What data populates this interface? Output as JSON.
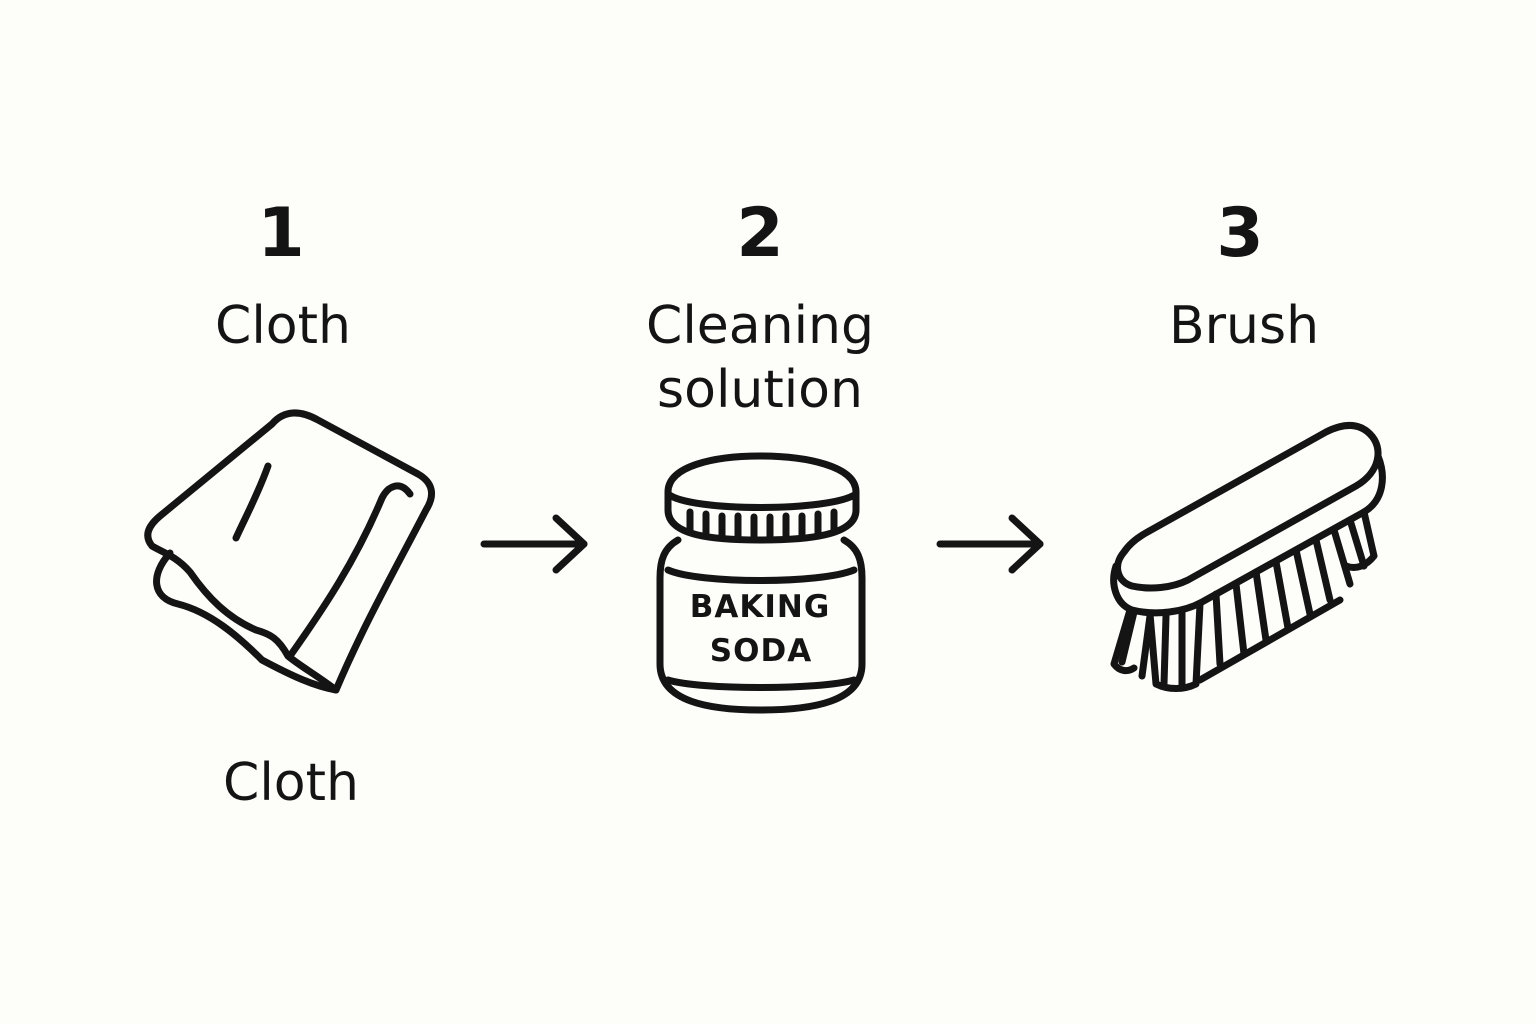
{
  "steps": [
    {
      "number": "1",
      "title": "Cloth",
      "caption": "Cloth",
      "icon": "cloth-icon"
    },
    {
      "number": "2",
      "title_lines": [
        "Cleaning",
        "solution"
      ],
      "icon": "baking-soda-jar-icon",
      "jar_label": [
        "BAKING",
        "SODA"
      ]
    },
    {
      "number": "3",
      "title": "Brush",
      "icon": "scrub-brush-icon"
    }
  ],
  "connectors": [
    "arrow-right-icon",
    "arrow-right-icon"
  ],
  "colors": {
    "background": "#fdfdfa",
    "ink": "#141414"
  }
}
